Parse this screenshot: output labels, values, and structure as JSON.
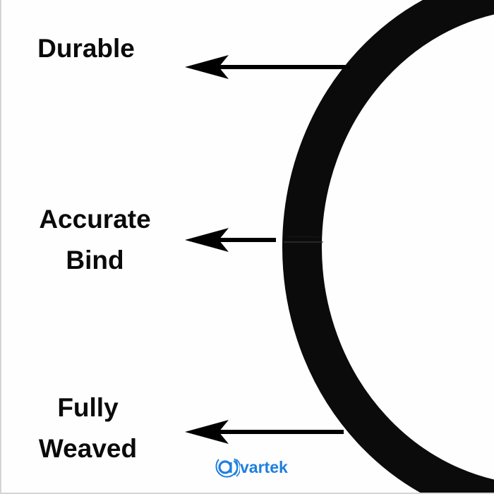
{
  "features": [
    {
      "lines": [
        "Durable"
      ]
    },
    {
      "lines": [
        "Accurate",
        "Bind"
      ]
    },
    {
      "lines": [
        "Fully",
        "Weaved"
      ]
    }
  ],
  "brand": {
    "name": "avartek",
    "logo_mark": "a",
    "logo_rest": "vartek",
    "color": "#1e7fe0"
  },
  "colors": {
    "ring": "#0b0b0b",
    "text": "#0a0a0a",
    "arrow": "#000000"
  },
  "icons": [
    "arrow-left-icon",
    "ring-image",
    "avartek-logo"
  ]
}
